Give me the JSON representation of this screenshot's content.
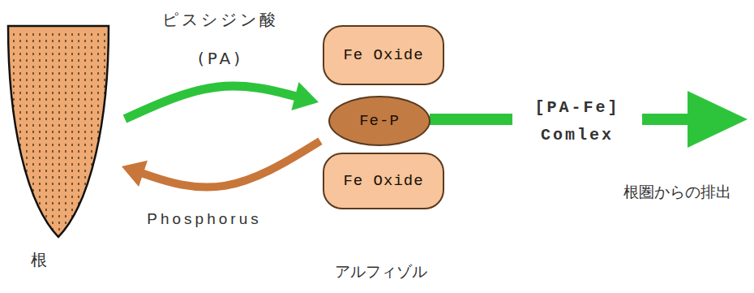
{
  "diagram": {
    "nodes": [
      {
        "text": [
          "根"
        ]
      },
      {
        "text": [
          "Fe Oxide"
        ]
      },
      {
        "text": [
          "Fe-P"
        ]
      },
      {
        "text": [
          "Fe Oxide"
        ]
      }
    ],
    "edges": [
      {
        "from": 0,
        "to": 2,
        "arrow": "to",
        "label": "ピスシジン酸 (PA)"
      },
      {
        "from": 2,
        "to": 0,
        "arrow": "to",
        "label": "Phosphorus"
      }
    ],
    "labels": [
      "[PA-Fe] Comlex",
      "根圏からの排出",
      "アルフィゾル"
    ]
  }
}
